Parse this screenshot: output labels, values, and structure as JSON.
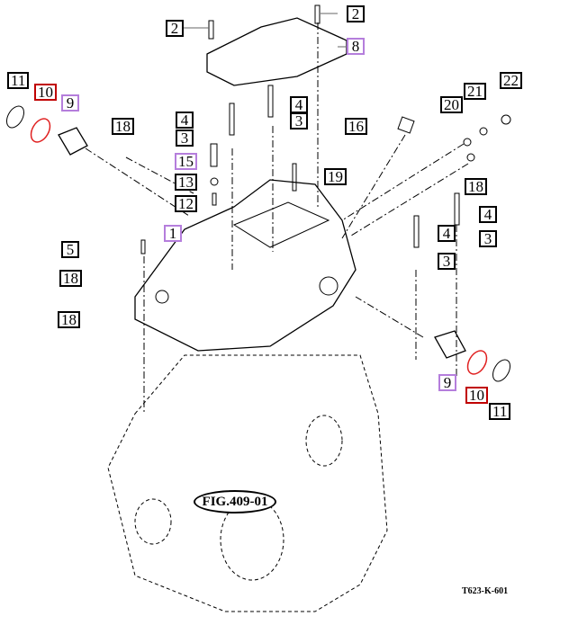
{
  "figure": {
    "title": "FIG.409-01",
    "code": "T623-K-601",
    "colors": {
      "line": "#000000",
      "callout_default": "#000000",
      "callout_purple": "#b57edc",
      "callout_red": "#c00000",
      "oring": "#e02020"
    }
  },
  "callouts": [
    {
      "id": "c2a",
      "label": "2",
      "style": "default"
    },
    {
      "id": "c2b",
      "label": "2",
      "style": "default"
    },
    {
      "id": "c8",
      "label": "8",
      "style": "purple"
    },
    {
      "id": "c11a",
      "label": "11",
      "style": "default"
    },
    {
      "id": "c10a",
      "label": "10",
      "style": "red"
    },
    {
      "id": "c9a",
      "label": "9",
      "style": "purple"
    },
    {
      "id": "c18a",
      "label": "18",
      "style": "default"
    },
    {
      "id": "c4a",
      "label": "4",
      "style": "default"
    },
    {
      "id": "c3a",
      "label": "3",
      "style": "default"
    },
    {
      "id": "c4b",
      "label": "4",
      "style": "default"
    },
    {
      "id": "c3b",
      "label": "3",
      "style": "default"
    },
    {
      "id": "c16",
      "label": "16",
      "style": "default"
    },
    {
      "id": "c20",
      "label": "20",
      "style": "default"
    },
    {
      "id": "c21",
      "label": "21",
      "style": "default"
    },
    {
      "id": "c22",
      "label": "22",
      "style": "default"
    },
    {
      "id": "c15",
      "label": "15",
      "style": "purple"
    },
    {
      "id": "c13",
      "label": "13",
      "style": "default"
    },
    {
      "id": "c19",
      "label": "19",
      "style": "default"
    },
    {
      "id": "c18b",
      "label": "18",
      "style": "default"
    },
    {
      "id": "c12",
      "label": "12",
      "style": "default"
    },
    {
      "id": "c4c",
      "label": "4",
      "style": "default"
    },
    {
      "id": "c1",
      "label": "1",
      "style": "purple"
    },
    {
      "id": "c4d",
      "label": "4",
      "style": "default"
    },
    {
      "id": "c3c",
      "label": "3",
      "style": "default"
    },
    {
      "id": "c5",
      "label": "5",
      "style": "default"
    },
    {
      "id": "c3d",
      "label": "3",
      "style": "default"
    },
    {
      "id": "c18c",
      "label": "18",
      "style": "default"
    },
    {
      "id": "c18d",
      "label": "18",
      "style": "default"
    },
    {
      "id": "c9b",
      "label": "9",
      "style": "purple"
    },
    {
      "id": "c10b",
      "label": "10",
      "style": "red"
    },
    {
      "id": "c11b",
      "label": "11",
      "style": "default"
    }
  ]
}
